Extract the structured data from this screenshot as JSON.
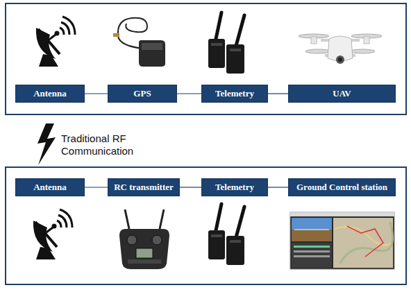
{
  "diagram": {
    "nodes": [
      {
        "text": [
          "Antenna"
        ]
      },
      {
        "text": [
          "GPS"
        ]
      },
      {
        "text": [
          "Telemetry"
        ]
      },
      {
        "text": [
          "UAV"
        ]
      },
      {
        "text": [
          "Antenna"
        ]
      },
      {
        "text": [
          "RC transmitter"
        ]
      },
      {
        "text": [
          "Telemetry"
        ]
      },
      {
        "text": [
          "Ground Control station"
        ]
      }
    ],
    "edges": [
      {
        "from": 0,
        "to": 1,
        "arrow": "none"
      },
      {
        "from": 1,
        "to": 2,
        "arrow": "none"
      },
      {
        "from": 2,
        "to": 3,
        "arrow": "none"
      },
      {
        "from": 4,
        "to": 5,
        "arrow": "none"
      },
      {
        "from": 5,
        "to": 6,
        "arrow": "none"
      },
      {
        "from": 6,
        "to": 7,
        "arrow": "none"
      }
    ],
    "labels": [
      "Traditional RF Communication"
    ]
  }
}
